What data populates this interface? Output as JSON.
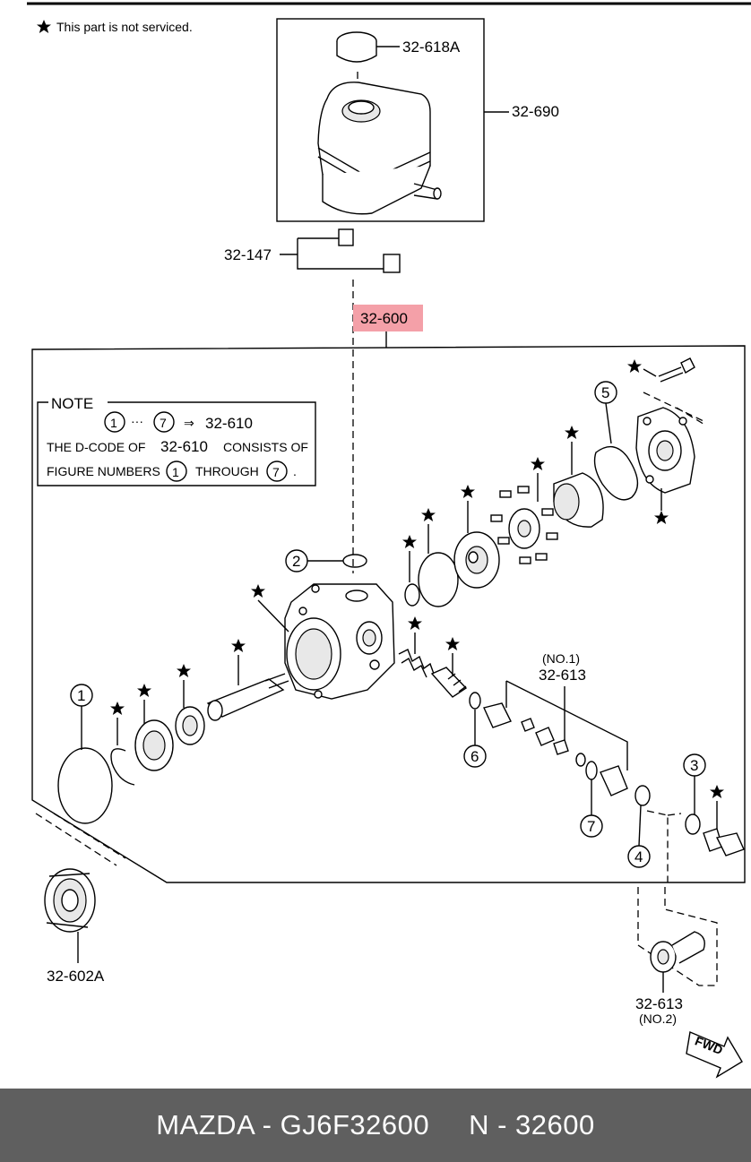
{
  "legend": {
    "star_note": "This part is not serviced."
  },
  "labels": {
    "cap": "32-618A",
    "reservoir": "32-690",
    "clip": "32-147",
    "assembly": "32-600",
    "pulley": "32-602A",
    "valve_no1_top": "(NO.1)",
    "valve_no1_num": "32-613",
    "valve_no2_num": "32-613",
    "valve_no2_bottom": "(NO.2)",
    "fwd": "FWD"
  },
  "note": {
    "title": "NOTE",
    "line1_from": "1",
    "line1_dots": "···",
    "line1_to": "7",
    "line1_arrow": "⇒",
    "line1_code": "32-610",
    "line2_a": "THE D-CODE OF",
    "line2_code": "32-610",
    "line2_b": "CONSISTS OF",
    "line3_a": "FIGURE NUMBERS",
    "line3_from": "1",
    "line3_b": "THROUGH",
    "line3_to": "7",
    "line3_end": "."
  },
  "callouts": {
    "n1": "1",
    "n2": "2",
    "n3": "3",
    "n4": "4",
    "n5": "5",
    "n6": "6",
    "n7": "7"
  },
  "footer": {
    "brand_part": "MAZDA - GJ6F32600",
    "ref": "N - 32600"
  },
  "colors": {
    "highlight": "#f4a0a8",
    "footer_bg": "#5f5f5f",
    "footer_text": "#ffffff"
  }
}
